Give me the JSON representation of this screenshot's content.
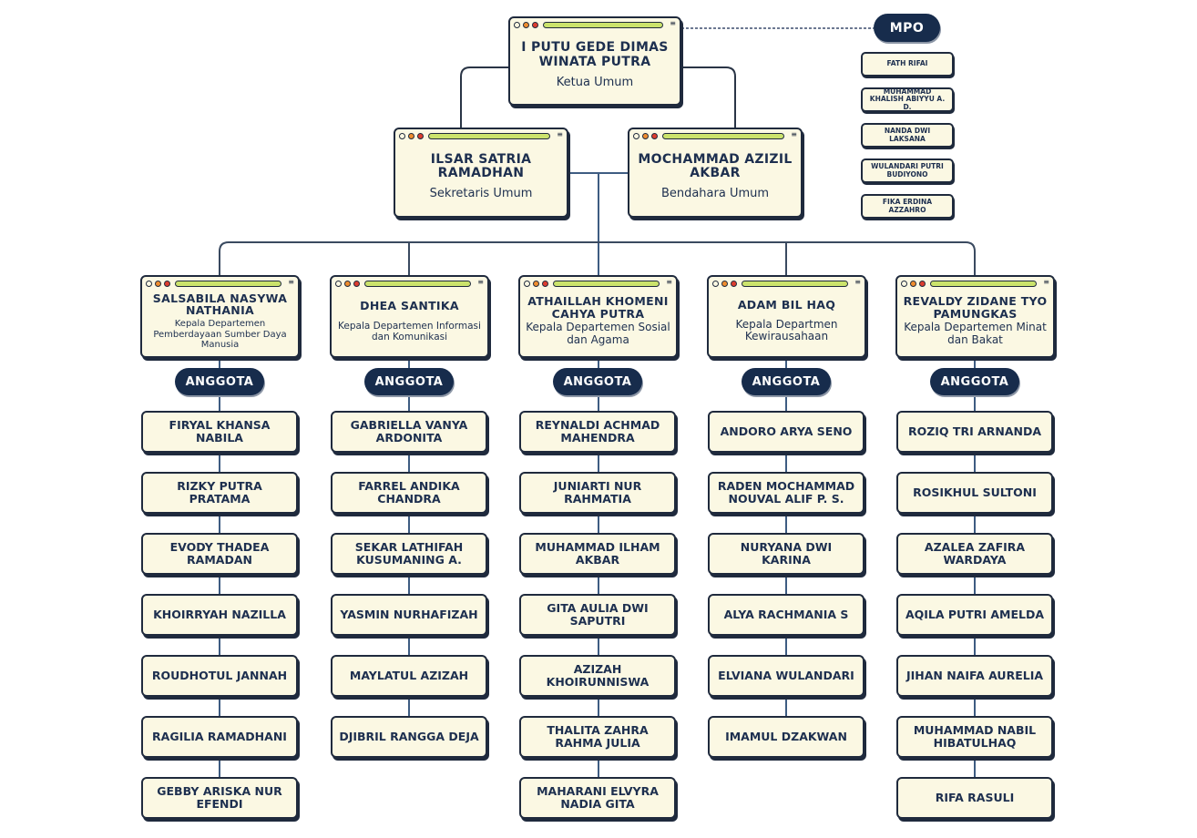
{
  "colors": {
    "card_bg": "#fbf8e3",
    "border": "#1f2a3d",
    "pill": "#172c4c",
    "bar": "#cbe36c",
    "dot_orange": "#ef8d2f",
    "dot_red": "#dd3d2f",
    "line_dark": "#2a3546",
    "line_blue": "#3e5c82"
  },
  "icons": [
    "window-dot-icon",
    "title-bar-icon",
    "menu-lines-icon"
  ],
  "menu_glyph": "≡",
  "top": {
    "name": "I Putu Gede Dimas Winata Putra",
    "role": "Ketua Umum"
  },
  "secretary": {
    "name": "Ilsar Satria Ramadhan",
    "role": "Sekretaris Umum"
  },
  "treasurer": {
    "name": "Mochammad Azizil Akbar",
    "role": "Bendahara Umum"
  },
  "mpo": {
    "label": "MPO",
    "members": [
      "Fath Rifai",
      "Muhammad Khalish Abiyyu A. D.",
      "Nanda Dwi Laksana",
      "Wulandari Putri Budiyono",
      "Fika Erdina Azzahro"
    ]
  },
  "member_label": "Anggota",
  "departments": [
    {
      "head": "Salsabila Nasywa Nathania",
      "role": "Kepala Departemen Pemberdayaan Sumber Daya Manusia",
      "members": [
        "Firyal Khansa Nabila",
        "Rizky Putra Pratama",
        "Evody Thadea Ramadan",
        "Khoirryah Nazilla",
        "Roudhotul Jannah",
        "Ragilia Ramadhani",
        "Gebby Ariska Nur Efendi"
      ]
    },
    {
      "head": "Dhea Santika",
      "role": "Kepala Departemen Informasi dan Komunikasi",
      "members": [
        "Gabriella Vanya Ardonita",
        "Farrel Andika Chandra",
        "Sekar Lathifah Kusumaning A.",
        "Yasmin Nurhafizah",
        "Maylatul Azizah",
        "Djibril Rangga Deja"
      ]
    },
    {
      "head": "Athaillah Khomeni Cahya Putra",
      "role": "Kepala Departemen Sosial dan Agama",
      "members": [
        "Reynaldi Achmad Mahendra",
        "Juniarti Nur Rahmatia",
        "Muhammad Ilham Akbar",
        "Gita Aulia Dwi Saputri",
        "Azizah Khoirunniswa",
        "Thalita Zahra Rahma Julia",
        "Maharani Elvyra Nadia Gita"
      ]
    },
    {
      "head": "Adam Bil Haq",
      "role": "Kepala Departmen Kewirausahaan",
      "members": [
        "Andoro Arya Seno",
        "Raden Mochammad Nouval Alif P. S.",
        "Nuryana Dwi Karina",
        "Alya Rachmania S",
        "Elviana Wulandari",
        "Imamul Dzakwan"
      ]
    },
    {
      "head": "Revaldy Zidane Tyo Pamungkas",
      "role": "Kepala Departemen Minat dan Bakat",
      "members": [
        "Roziq Tri Arnanda",
        "Rosikhul Sultoni",
        "Azalea Zafira Wardaya",
        "Aqila Putri Amelda",
        "Jihan Naifa Aurelia",
        "Muhammad Nabil Hibatulhaq",
        "Rifa Rasuli"
      ]
    }
  ]
}
